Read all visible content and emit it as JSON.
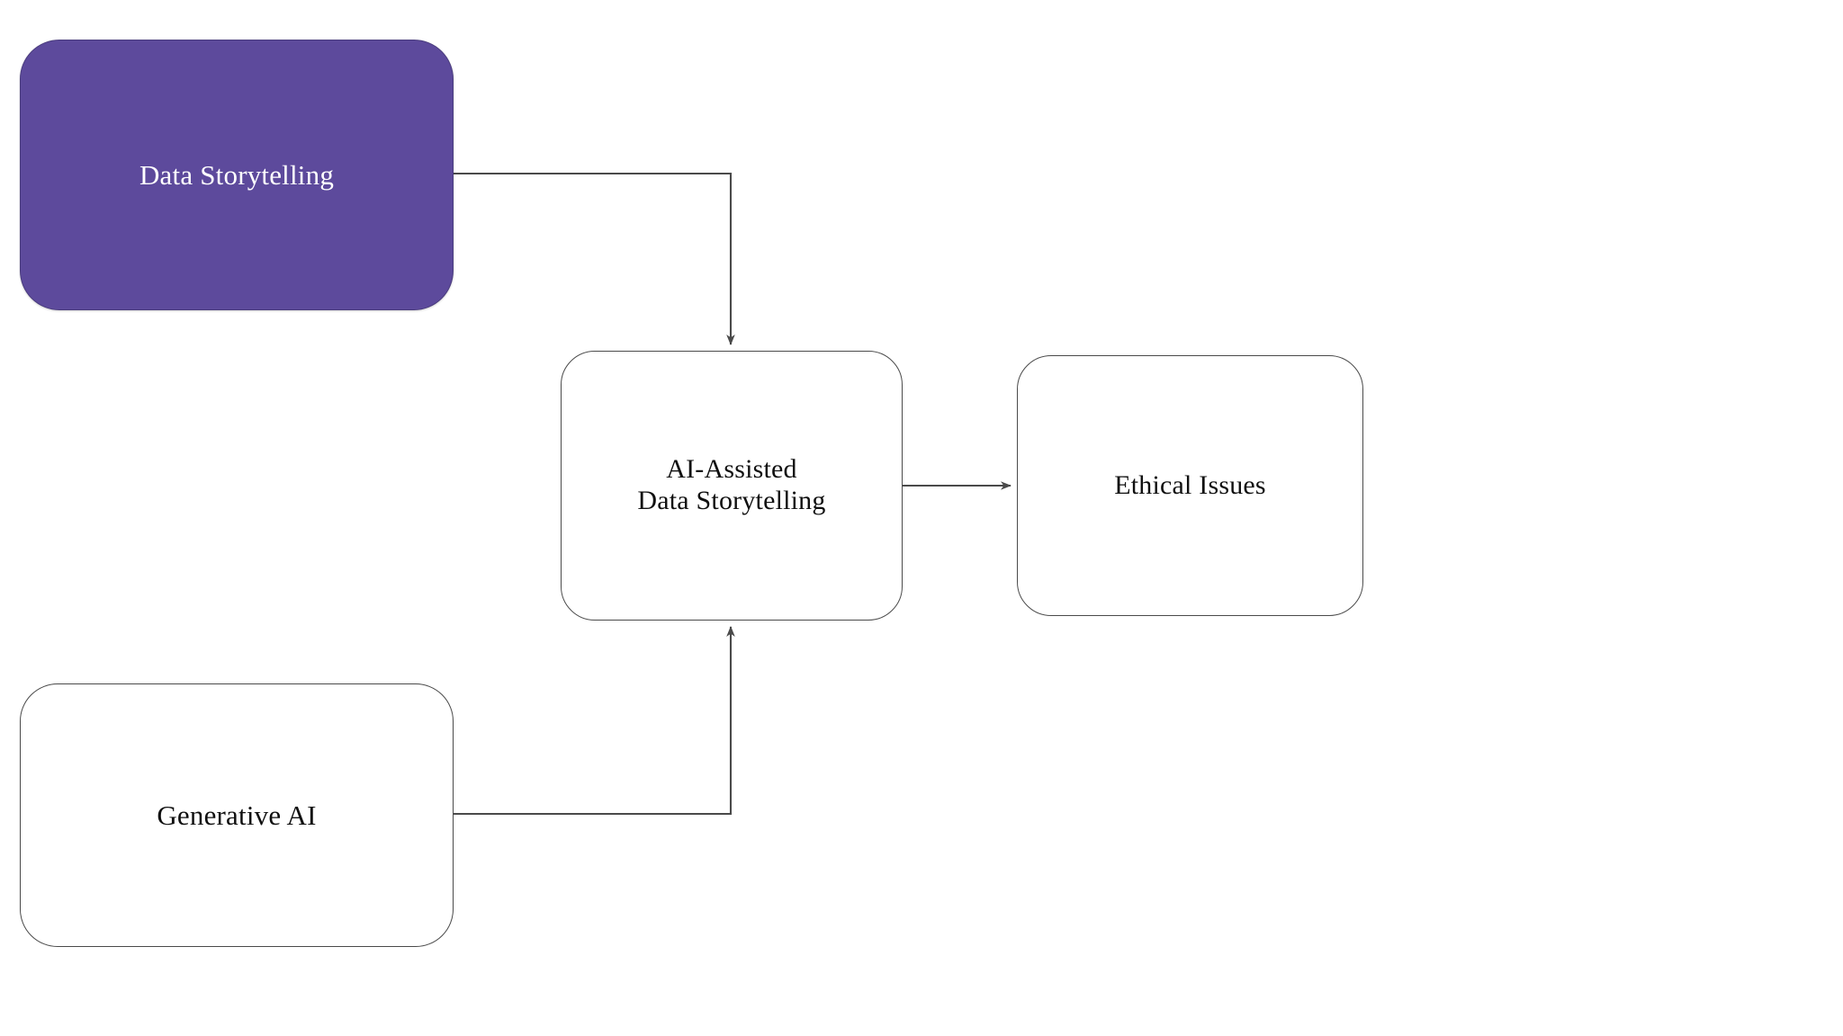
{
  "diagram": {
    "type": "flowchart",
    "background_color": "#ffffff",
    "edge_color": "#4a4a4a",
    "highlight_color": "#5D4A9C",
    "nodes": [
      {
        "id": "data-storytelling",
        "label": "Data Storytelling",
        "style": "filled",
        "fill": "#5D4A9C",
        "text_color": "#ffffff",
        "shape": "rounded-rectangle"
      },
      {
        "id": "ai-assisted",
        "label": "AI-Assisted\nData Storytelling",
        "style": "outlined",
        "fill": "#ffffff",
        "text_color": "#101010",
        "shape": "rounded-rectangle"
      },
      {
        "id": "ethical-issues",
        "label": "Ethical Issues",
        "style": "outlined",
        "fill": "#ffffff",
        "text_color": "#101010",
        "shape": "rounded-rectangle"
      },
      {
        "id": "generative-ai",
        "label": "Generative AI",
        "style": "outlined",
        "fill": "#ffffff",
        "text_color": "#101010",
        "shape": "rounded-rectangle"
      }
    ],
    "edges": [
      {
        "id": "edge-ds-to-ai",
        "from": "data-storytelling",
        "to": "ai-assisted",
        "label": "",
        "routing": "elbow",
        "arrowhead": "down"
      },
      {
        "id": "edge-gen-to-ai",
        "from": "generative-ai",
        "to": "ai-assisted",
        "label": "",
        "routing": "elbow",
        "arrowhead": "up"
      },
      {
        "id": "edge-ai-to-ethical",
        "from": "ai-assisted",
        "to": "ethical-issues",
        "label": "",
        "routing": "straight",
        "arrowhead": "right"
      }
    ]
  }
}
